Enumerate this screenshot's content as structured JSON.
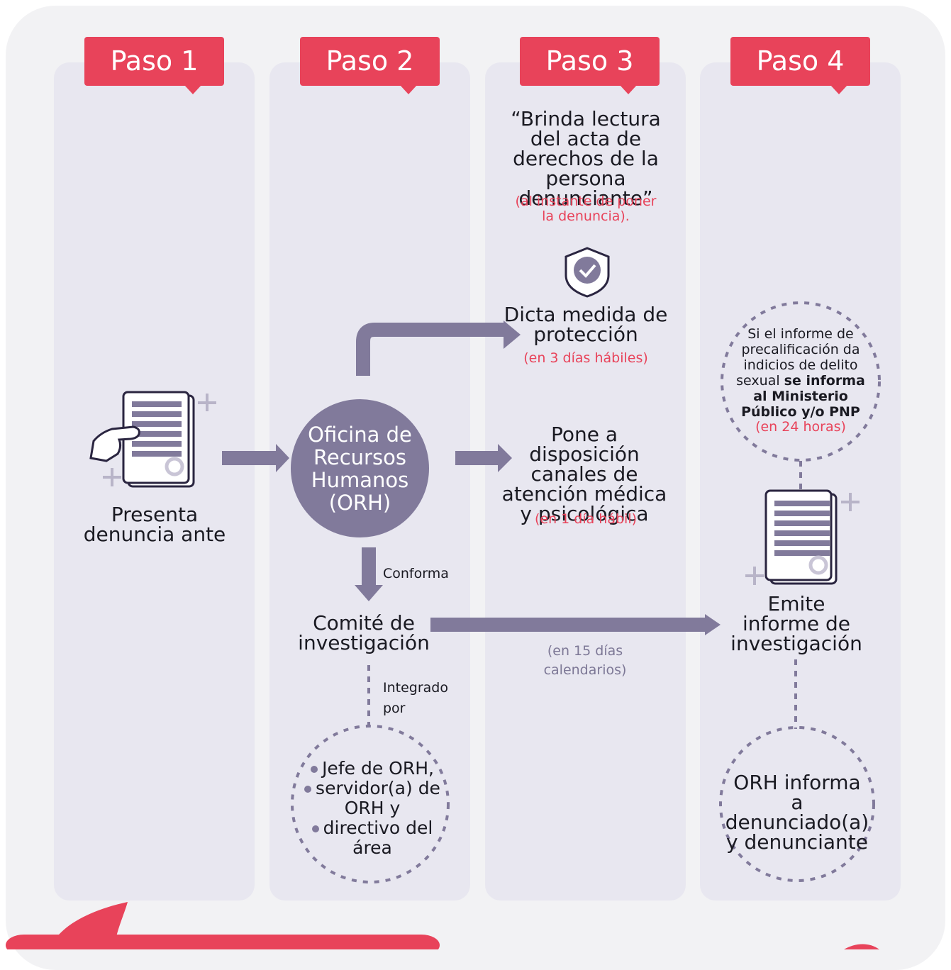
{
  "steps": [
    "Paso 1",
    "Paso 2",
    "Paso 3",
    "Paso 4"
  ],
  "step1": {
    "label": "Presenta denuncia ante"
  },
  "step2": {
    "orh": "Oficina de Recursos Humanos (ORH)",
    "conforma": "Conforma",
    "committee": "Comité de investigación",
    "integrado": "Integrado por",
    "members": [
      "Jefe de ORH,",
      "servidor(a) de ORH y",
      "directivo del área"
    ]
  },
  "step3": {
    "quote": "“Brinda lectura del acta de derechos de la persona denunciante”",
    "quote_timing": "(al instante de poner la denuncia).",
    "measure": "Dicta medida de protección",
    "measure_timing": "(en 3 días hábiles)",
    "channels": "Pone a disposición canales de atención médica y psicológica",
    "channels_timing": "(en 1 día hábil)",
    "report_timing": "(en 15 días calendarios)"
  },
  "step4": {
    "condition_pre": "Si el informe de precalificación da indicios de delito sexual",
    "condition_bold": "se informa al Ministerio Público y/o PNP",
    "condition_timing": "(en 24 horas)",
    "report": "Emite informe de investigación",
    "notify": "ORH informa a denunciado(a) y denunciante"
  },
  "colors": {
    "accent": "#e8435a",
    "purple": "#817a9b",
    "column": "#e8e7f0",
    "panel": "#f2f2f4"
  },
  "icons": [
    "document-in-hand-icon",
    "shield-check-icon",
    "document-icon",
    "plus-icon"
  ]
}
